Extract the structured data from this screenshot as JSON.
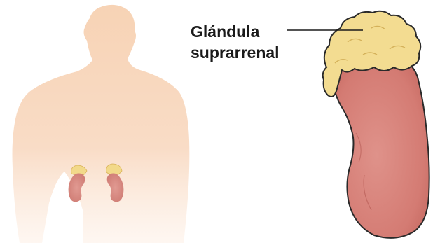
{
  "label": {
    "line1": "Glándula",
    "line2": "suprarrenal"
  },
  "colors": {
    "skin": "#f7d7bd",
    "kidney": "#d57f78",
    "kidney_outline": "#2a2a2a",
    "adrenal": "#f2d98a",
    "text": "#1a1a1a",
    "background": "#ffffff"
  },
  "icons": {
    "body": "human-torso-silhouette",
    "kidneys": "small-kidney-pair",
    "detail": "kidney-with-adrenal-gland"
  }
}
